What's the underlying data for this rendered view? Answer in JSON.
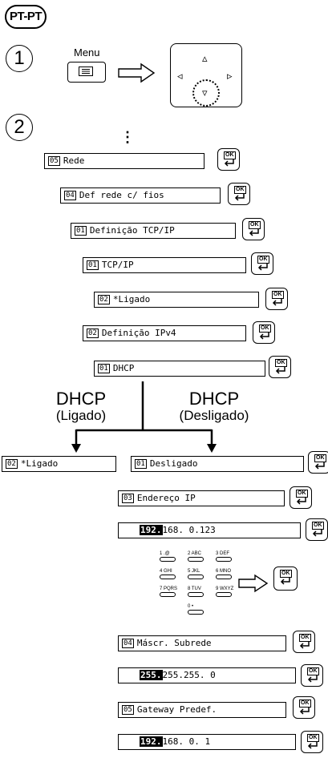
{
  "lang_badge": "PT-PT",
  "steps": [
    "1",
    "2"
  ],
  "menu_label": "Menu",
  "nav_icons": {
    "up": "▵",
    "left": "◃",
    "right": "▹",
    "down": "▿"
  },
  "ok_label": "OK",
  "vertical_ellipsis": "⋮",
  "rows": [
    {
      "num": "05",
      "text": "Rede"
    },
    {
      "num": "04",
      "text": "Def rede c/ fios"
    },
    {
      "num": "01",
      "text": "Definição TCP/IP"
    },
    {
      "num": "01",
      "text": "TCP/IP"
    },
    {
      "num": "02",
      "text": "*Ligado"
    },
    {
      "num": "02",
      "text": "Definição IPv4"
    },
    {
      "num": "01",
      "text": "DHCP"
    }
  ],
  "branch_left": {
    "title": "DHCP",
    "sub": "(Ligado)"
  },
  "branch_right": {
    "title": "DHCP",
    "sub": "(Desligado)"
  },
  "left_result": {
    "num": "02",
    "text": "*Ligado"
  },
  "right_rows": [
    {
      "num": "01",
      "text": "Desligado"
    },
    {
      "num": "03",
      "text": "Endereço IP"
    }
  ],
  "ip_address": {
    "hl": "192.",
    "rest": "168.  0.123"
  },
  "keypad": [
    [
      "1 .@",
      "2 ABC",
      "3 DEF"
    ],
    [
      "4 GHI",
      "5 JKL",
      "6 MNO"
    ],
    [
      "7 PQRS",
      "8 TUV",
      "9 WXYZ"
    ],
    [
      "",
      "0 •",
      ""
    ]
  ],
  "subnet_row": {
    "num": "04",
    "text": "Máscr. Subrede"
  },
  "subnet_value": {
    "hl": "255.",
    "rest": "255.255.  0"
  },
  "gateway_row": {
    "num": "05",
    "text": "Gateway Predef."
  },
  "gateway_value": {
    "hl": "192.",
    "rest": "168.  0.  1"
  }
}
